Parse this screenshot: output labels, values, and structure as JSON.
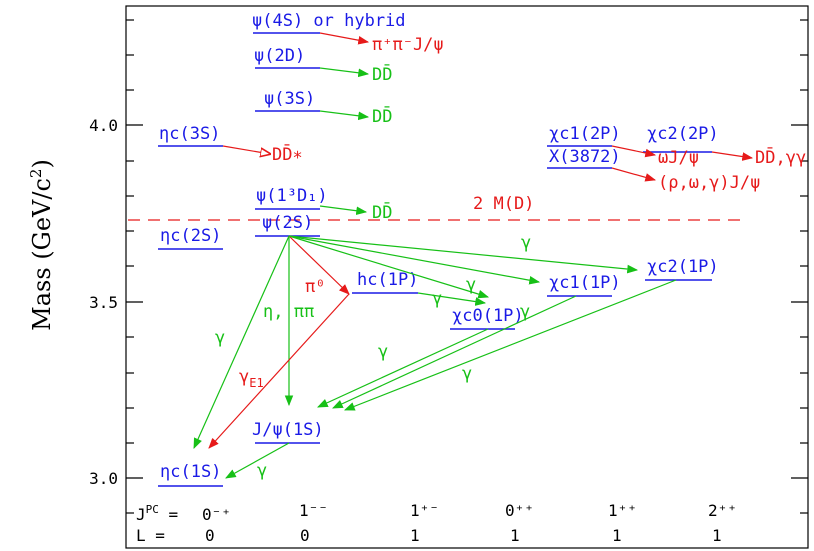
{
  "axis": {
    "label": "Mass (GeV/c²)",
    "label_main": "Mass  (GeV/c",
    "label_sup": "2",
    "label_close": ")",
    "ticks": [
      "3.0",
      "3.5",
      "4.0"
    ]
  },
  "colors": {
    "blue": "#1a1ae6",
    "red": "#e61a1a",
    "green": "#17c017",
    "dashed": "#e61a1a"
  },
  "threshold_label": "2 M(D)",
  "states": {
    "psi4s": "ψ(4S) or hybrid",
    "psi2d": "ψ(2D)",
    "psi3s": "ψ(3S)",
    "etac3s": "ηc(3S)",
    "chic12p": "χc1(2P)",
    "chic22p": "χc2(2P)",
    "x3872": "X(3872)",
    "psi13d1": "ψ(1³D₁)",
    "psi2s": "ψ(2S)",
    "etac2s": "ηc(2S)",
    "hc1p": "hc(1P)",
    "chic01p": "χc0(1P)",
    "chic11p": "χc1(1P)",
    "chic21p": "χc2(1P)",
    "jpsi1s": "J/ψ(1S)",
    "etac1s": "ηc(1S)"
  },
  "decays": {
    "pipijpsi": "π⁺π⁻J/ψ",
    "dd_2d": "DD̄",
    "dd_3s": "DD̄",
    "ddstar": "DD̄∗",
    "omegajpsi": "ωJ/ψ",
    "ddgg": "DD̄,γγ",
    "rhoomegagamma": "(ρ,ω,γ)J/ψ",
    "dd_1d": "DD̄"
  },
  "transitions": {
    "gamma": "γ",
    "pi0": "π⁰",
    "eta_pipi": "η, ππ",
    "gamma_e1": "γE1"
  },
  "quantum_numbers": {
    "jpc_label": "JPC = ",
    "l_label": "L  = ",
    "columns": [
      {
        "jpc": "0⁻⁺",
        "l": "0"
      },
      {
        "jpc": "1⁻⁻",
        "l": "0"
      },
      {
        "jpc": "1⁺⁻",
        "l": "1"
      },
      {
        "jpc": "0⁺⁺",
        "l": "1"
      },
      {
        "jpc": "1⁺⁺",
        "l": "1"
      },
      {
        "jpc": "2⁺⁺",
        "l": "1"
      }
    ]
  }
}
